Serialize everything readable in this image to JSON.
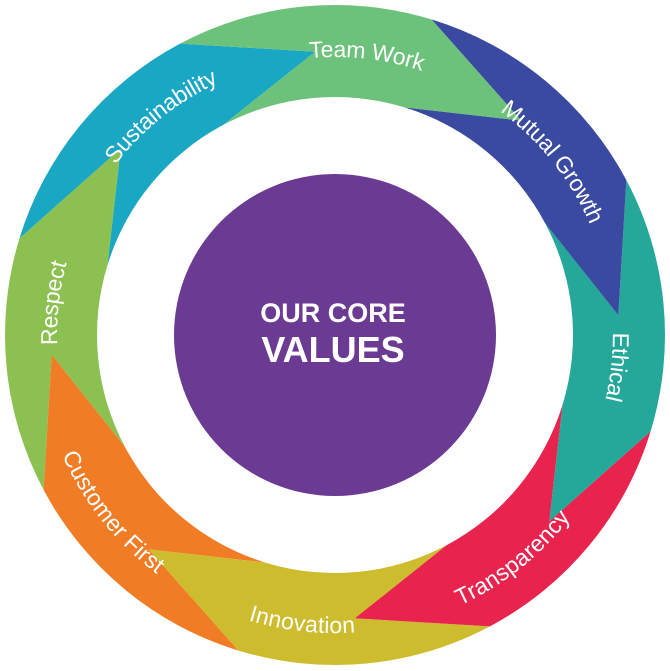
{
  "diagram": {
    "center": {
      "line1": "OUR CORE",
      "line2": "VALUES",
      "color": "#6b3a92"
    },
    "segments": [
      {
        "id": "team-work",
        "label": "Team Work",
        "color": "#6cc27a"
      },
      {
        "id": "mutual-growth",
        "label": "Mutual Growth",
        "color": "#3a4aa0"
      },
      {
        "id": "ethical",
        "label": "Ethical",
        "color": "#25a89a"
      },
      {
        "id": "transparency",
        "label": "Transparency",
        "color": "#e8244e"
      },
      {
        "id": "innovation",
        "label": "Innovation",
        "color": "#cdbd2e"
      },
      {
        "id": "customer-first",
        "label": "Customer First",
        "color": "#f07c25"
      },
      {
        "id": "respect",
        "label": "Respect",
        "color": "#8cc152"
      },
      {
        "id": "sustainability",
        "label": "Sustainability",
        "color": "#1aa7c4"
      }
    ]
  }
}
